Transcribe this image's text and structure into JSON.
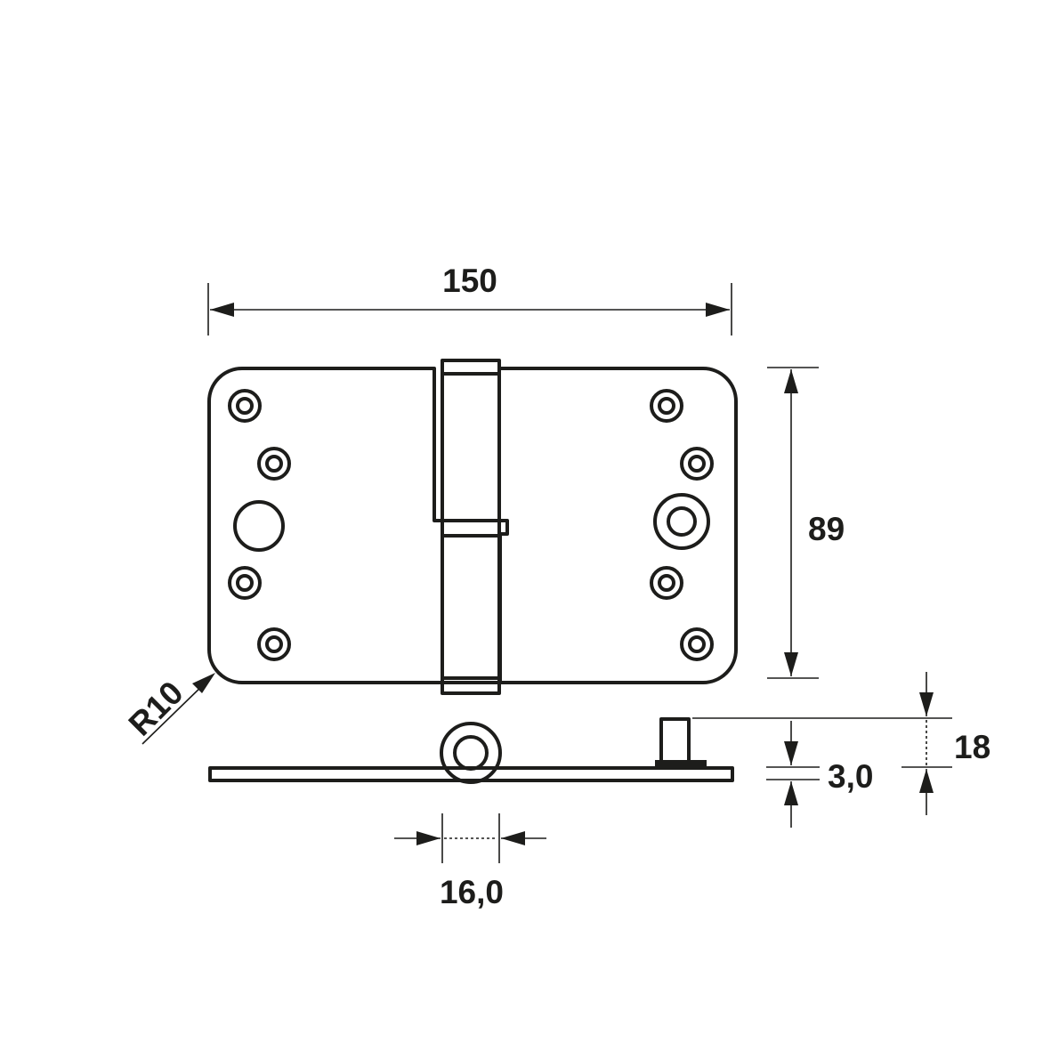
{
  "diagram": {
    "colors": {
      "ink": "#1d1d1b",
      "background": "#ffffff"
    },
    "dimensions": {
      "width": "150",
      "height": "89",
      "radius": "R10",
      "thickness": "3,0",
      "pin_height": "18",
      "knuckle_diameter": "16,0"
    }
  }
}
